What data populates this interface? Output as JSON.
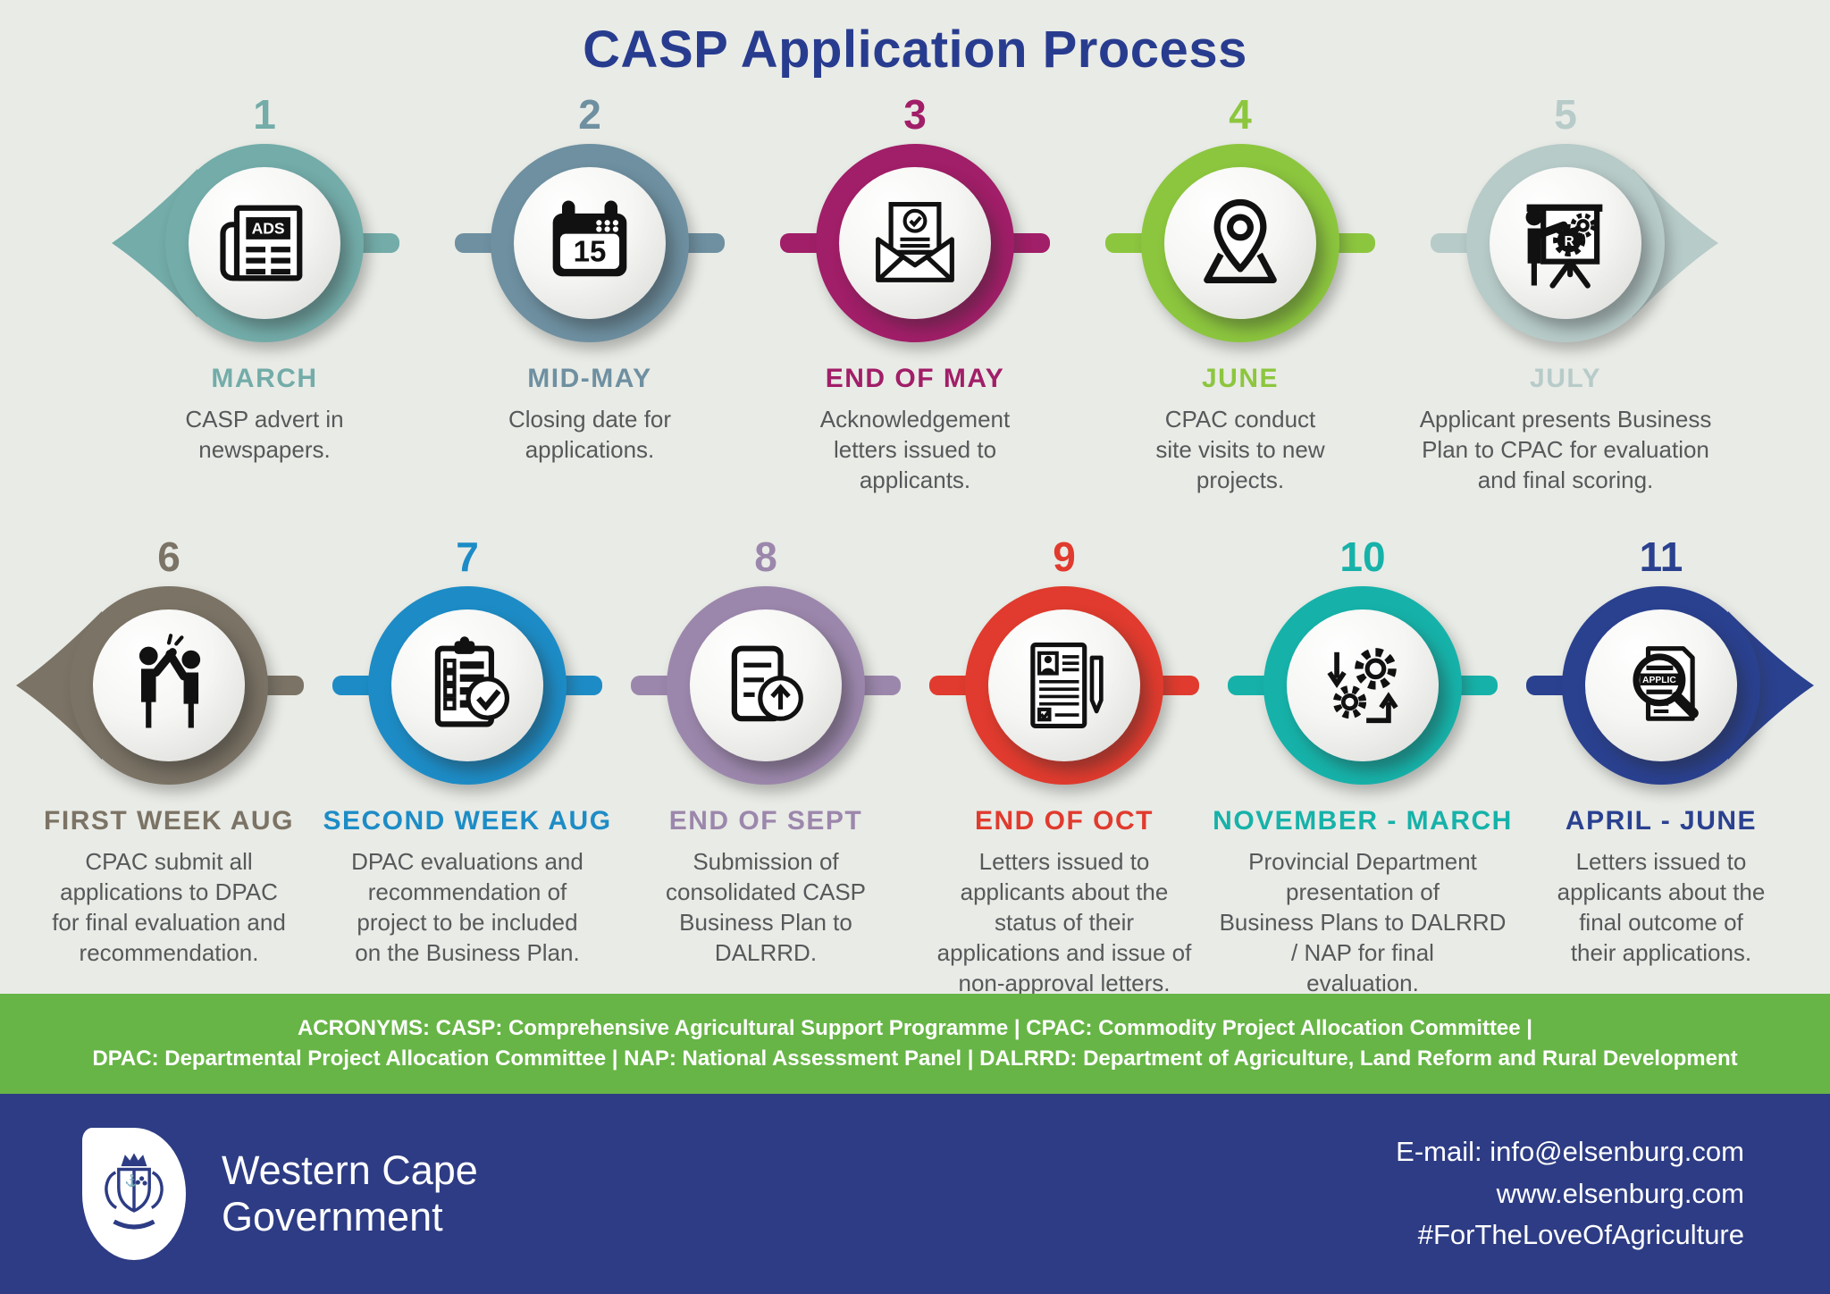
{
  "title": "CASP Application Process",
  "colors": {
    "background": "#e9ebe6",
    "title": "#283c8f",
    "body_text": "#56585a",
    "green_bar": "#67b546",
    "footer_navy": "#2d3c84"
  },
  "steps": [
    {
      "num": "1",
      "month": "MARCH",
      "desc": "CASP advert in\nnewspapers.",
      "color": "#73aca9",
      "icon": "newspaper-ads-icon"
    },
    {
      "num": "2",
      "month": "MID-MAY",
      "desc": "Closing date for\napplications.",
      "color": "#6e90a1",
      "icon": "calendar-15-icon"
    },
    {
      "num": "3",
      "month": "END OF MAY",
      "desc": "Acknowledgement\nletters issued to\napplicants.",
      "color": "#a11e68",
      "icon": "envelope-check-icon"
    },
    {
      "num": "4",
      "month": "JUNE",
      "desc": "CPAC conduct\nsite visits to new\nprojects.",
      "color": "#8cc63e",
      "icon": "location-pin-icon"
    },
    {
      "num": "5",
      "month": "JULY",
      "desc": "Applicant presents Business\nPlan to CPAC for evaluation\nand final scoring.",
      "color": "#b7cbc9",
      "icon": "presentation-gear-icon"
    },
    {
      "num": "6",
      "month": "FIRST WEEK AUG",
      "desc": "CPAC submit all\napplications to DPAC\nfor final evaluation and\nrecommendation.",
      "color": "#7b7365",
      "icon": "high-five-icon"
    },
    {
      "num": "7",
      "month": "SECOND WEEK AUG",
      "desc": "DPAC evaluations and\nrecommendation of\nproject to be included\non the Business Plan.",
      "color": "#1d8cc6",
      "icon": "checklist-icon"
    },
    {
      "num": "8",
      "month": "END OF SEPT",
      "desc": "Submission of\nconsolidated CASP\nBusiness Plan to\nDALRRD.",
      "color": "#9c87ac",
      "icon": "upload-document-icon"
    },
    {
      "num": "9",
      "month": "END OF OCT",
      "desc": "Letters issued to\napplicants about the\nstatus of their\napplications and issue of\nnon-approval letters.",
      "color": "#e03b2e",
      "icon": "application-form-icon"
    },
    {
      "num": "10",
      "month": "NOVEMBER - MARCH",
      "desc": "Provincial Department\npresentation of\nBusiness Plans to DALRRD\n/ NAP for final\nevaluation.",
      "color": "#16b2a9",
      "icon": "gears-process-icon"
    },
    {
      "num": "11",
      "month": "APRIL - JUNE",
      "desc": "Letters issued to\napplicants about the\nfinal outcome of\ntheir applications.",
      "color": "#2a4190",
      "icon": "application-review-icon"
    }
  ],
  "acronyms": {
    "line1": "ACRONYMS:  CASP: Comprehensive Agricultural Support Programme  |  CPAC: Commodity Project Allocation Committee  |",
    "line2": "DPAC: Departmental Project Allocation Committee | NAP: National Assessment Panel  |  DALRRD: Department of Agriculture, Land Reform and Rural Development"
  },
  "footer": {
    "org_line1": "Western Cape",
    "org_line2": "Government",
    "email": "E-mail: info@elsenburg.com",
    "website": "www.elsenburg.com",
    "hashtag": "#ForTheLoveOfAgriculture"
  }
}
